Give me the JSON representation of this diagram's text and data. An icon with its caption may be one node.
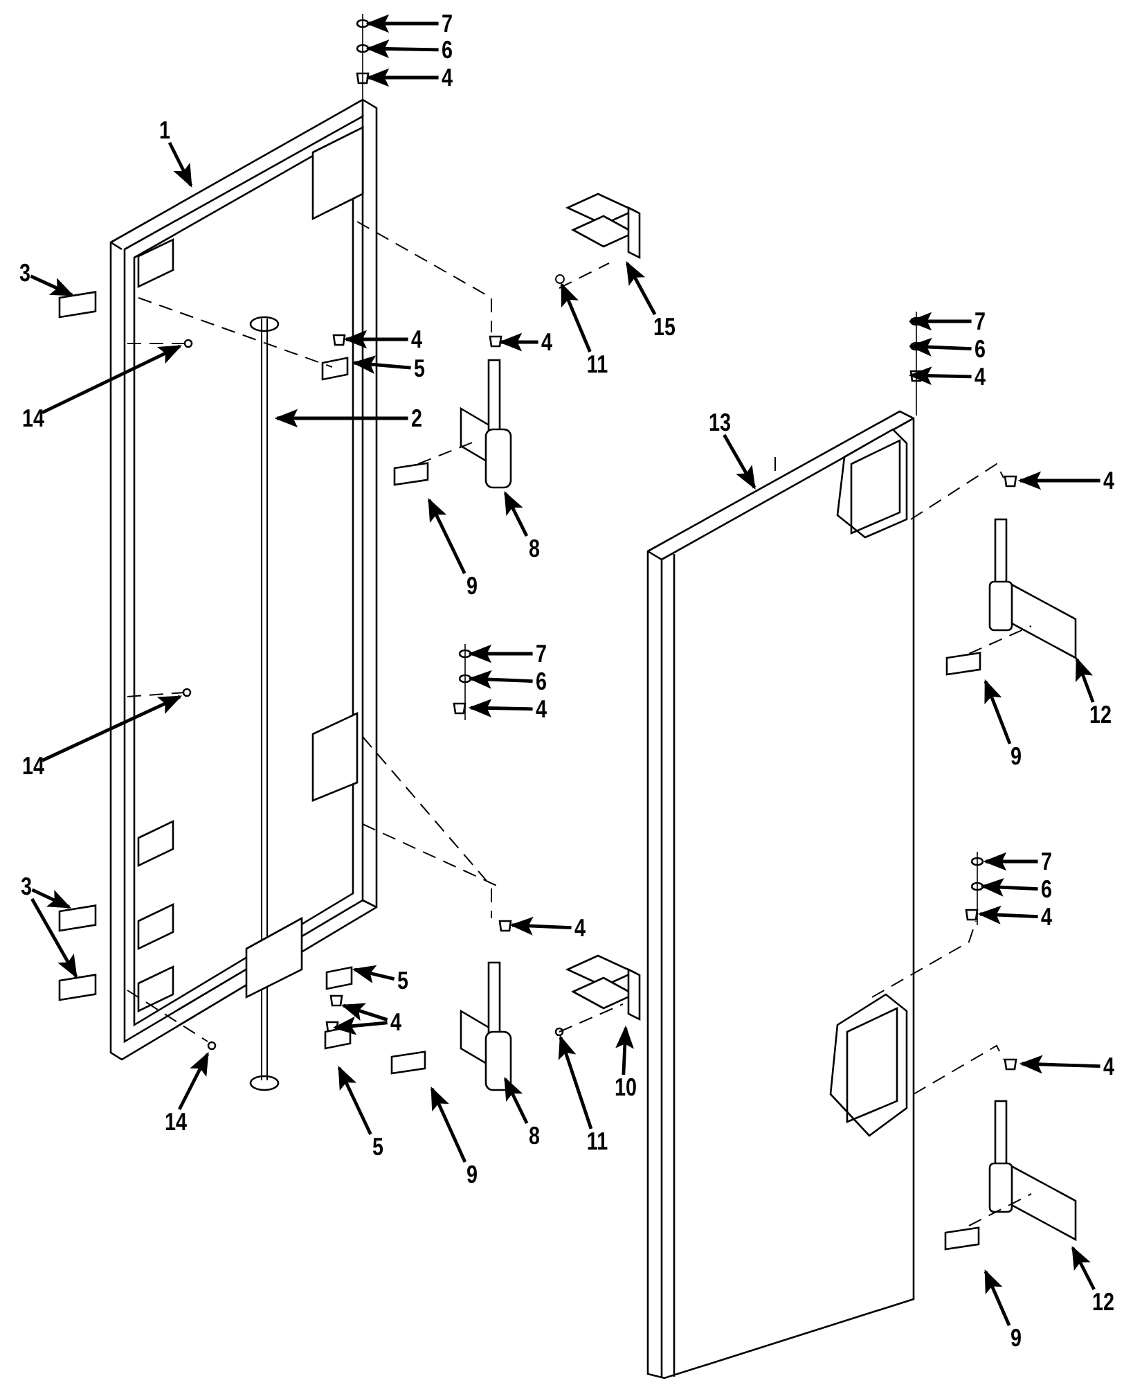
{
  "diagram": {
    "nodes": [
      {
        "text": [
          "7"
        ]
      },
      {
        "text": [
          "6"
        ]
      },
      {
        "text": [
          "4"
        ]
      },
      {
        "text": [
          "1"
        ]
      },
      {
        "text": [
          "3"
        ]
      },
      {
        "text": [
          "4"
        ]
      },
      {
        "text": [
          "4"
        ]
      },
      {
        "text": [
          "15"
        ]
      },
      {
        "text": [
          "5"
        ]
      },
      {
        "text": [
          "11"
        ]
      },
      {
        "text": [
          "7"
        ]
      },
      {
        "text": [
          "6"
        ]
      },
      {
        "text": [
          "4"
        ]
      },
      {
        "text": [
          "14"
        ]
      },
      {
        "text": [
          "2"
        ]
      },
      {
        "text": [
          "13"
        ]
      },
      {
        "text": [
          "4"
        ]
      },
      {
        "text": [
          "8"
        ]
      },
      {
        "text": [
          "9"
        ]
      },
      {
        "text": [
          "7"
        ]
      },
      {
        "text": [
          "6"
        ]
      },
      {
        "text": [
          "4"
        ]
      },
      {
        "text": [
          "12"
        ]
      },
      {
        "text": [
          "9"
        ]
      },
      {
        "text": [
          "14"
        ]
      },
      {
        "text": [
          "7"
        ]
      },
      {
        "text": [
          "6"
        ]
      },
      {
        "text": [
          "3"
        ]
      },
      {
        "text": [
          "4"
        ]
      },
      {
        "text": [
          "4"
        ]
      },
      {
        "text": [
          "5"
        ]
      },
      {
        "text": [
          "4"
        ]
      },
      {
        "text": [
          "4"
        ]
      },
      {
        "text": [
          "10"
        ]
      },
      {
        "text": [
          "14"
        ]
      },
      {
        "text": [
          "8"
        ]
      },
      {
        "text": [
          "11"
        ]
      },
      {
        "text": [
          "5"
        ]
      },
      {
        "text": [
          "9"
        ]
      },
      {
        "text": [
          "12"
        ]
      },
      {
        "text": [
          "9"
        ]
      },
      {
        "text": [],
        "shape": "circle"
      }
    ],
    "edges": [
      {
        "from": 0,
        "to": null,
        "arrow": "to"
      },
      {
        "from": 1,
        "to": null,
        "arrow": "to"
      },
      {
        "from": 2,
        "to": null,
        "arrow": "to"
      },
      {
        "from": 3,
        "to": null,
        "arrow": "to"
      },
      {
        "from": 4,
        "to": null,
        "arrow": "to"
      },
      {
        "from": 5,
        "to": null,
        "arrow": "to"
      },
      {
        "from": 6,
        "to": null,
        "arrow": "to"
      },
      {
        "from": 7,
        "to": null,
        "arrow": "to"
      },
      {
        "from": 8,
        "to": null,
        "arrow": "to"
      },
      {
        "from": 9,
        "to": 41,
        "arrow": "to"
      },
      {
        "from": 10,
        "to": null,
        "arrow": "to"
      },
      {
        "from": 11,
        "to": null,
        "arrow": "to"
      },
      {
        "from": 12,
        "to": null,
        "arrow": "to"
      },
      {
        "from": 13,
        "to": null,
        "arrow": "to"
      },
      {
        "from": 14,
        "to": null,
        "arrow": "to"
      },
      {
        "from": 15,
        "to": null,
        "arrow": "to"
      },
      {
        "from": 16,
        "to": null,
        "arrow": "to"
      },
      {
        "from": 17,
        "to": null,
        "arrow": "to"
      },
      {
        "from": 18,
        "to": null,
        "arrow": "to"
      },
      {
        "from": 19,
        "to": null,
        "arrow": "to"
      },
      {
        "from": 20,
        "to": null,
        "arrow": "to"
      },
      {
        "from": 21,
        "to": null,
        "arrow": "to"
      },
      {
        "from": 22,
        "to": null,
        "arrow": "to"
      },
      {
        "from": 23,
        "to": null,
        "arrow": "to"
      },
      {
        "from": 24,
        "to": null,
        "arrow": "to"
      },
      {
        "from": 25,
        "to": null,
        "arrow": "to"
      },
      {
        "from": 26,
        "to": null,
        "arrow": "to"
      },
      {
        "from": 27,
        "to": null,
        "arrow": "to"
      },
      {
        "from": 27,
        "to": null,
        "arrow": "to"
      },
      {
        "from": 28,
        "to": null,
        "arrow": "to"
      },
      {
        "from": 29,
        "to": null,
        "arrow": "to"
      },
      {
        "from": 30,
        "to": null,
        "arrow": "to"
      },
      {
        "from": 31,
        "to": null,
        "arrow": "to"
      },
      {
        "from": 31,
        "to": null,
        "arrow": "to"
      },
      {
        "from": 32,
        "to": null,
        "arrow": "to"
      },
      {
        "from": 33,
        "to": null,
        "arrow": "to"
      },
      {
        "from": 34,
        "to": null,
        "arrow": "to"
      },
      {
        "from": 35,
        "to": null,
        "arrow": "to"
      },
      {
        "from": 36,
        "to": null,
        "arrow": "to"
      },
      {
        "from": 37,
        "to": null,
        "arrow": "to"
      },
      {
        "from": 38,
        "to": null,
        "arrow": "to"
      },
      {
        "from": 39,
        "to": null,
        "arrow": "to"
      },
      {
        "from": 40,
        "to": null,
        "arrow": "to"
      }
    ]
  }
}
